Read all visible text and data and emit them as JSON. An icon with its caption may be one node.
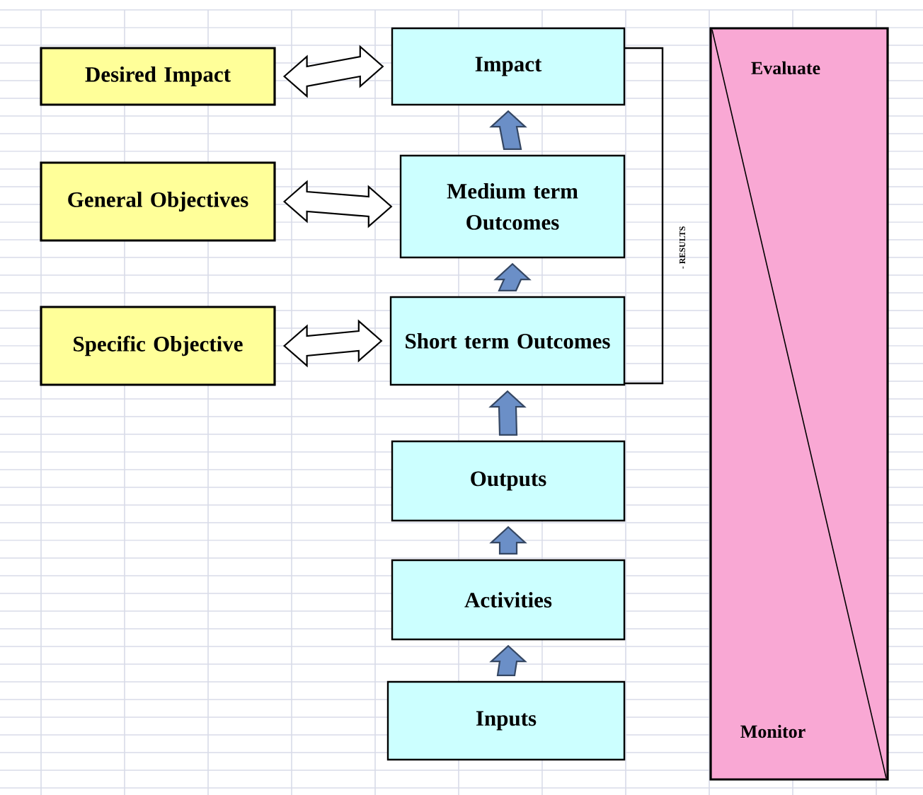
{
  "diagram": {
    "nodes": [
      {
        "text": [
          "Desired Impact"
        ]
      },
      {
        "text": [
          "Impact"
        ]
      },
      {
        "text": [
          "General Objectives"
        ]
      },
      {
        "text": [
          "Medium term Outcomes"
        ]
      },
      {
        "text": [
          "Specific Objective"
        ]
      },
      {
        "text": [
          "Short term Outcomes"
        ]
      },
      {
        "text": [
          "Outputs"
        ]
      },
      {
        "text": [
          "Activities"
        ]
      },
      {
        "text": [
          "Inputs"
        ]
      },
      {
        "text": [
          "Evaluate",
          "Monitor"
        ]
      }
    ],
    "edges": [
      {
        "from": 0,
        "to": 1,
        "arrow": "both"
      },
      {
        "from": 2,
        "to": 3,
        "arrow": "both"
      },
      {
        "from": 4,
        "to": 5,
        "arrow": "both"
      },
      {
        "from": 8,
        "to": 7,
        "arrow": "to",
        "color": "#6b8fc7"
      },
      {
        "from": 7,
        "to": 6,
        "arrow": "to",
        "color": "#6b8fc7"
      },
      {
        "from": 6,
        "to": 5,
        "arrow": "to",
        "color": "#6b8fc7"
      },
      {
        "from": 5,
        "to": 3,
        "arrow": "to",
        "color": "#6b8fc7"
      },
      {
        "from": 3,
        "to": 1,
        "arrow": "to",
        "color": "#6b8fc7"
      }
    ],
    "labels": [
      "- RESULTS"
    ]
  }
}
